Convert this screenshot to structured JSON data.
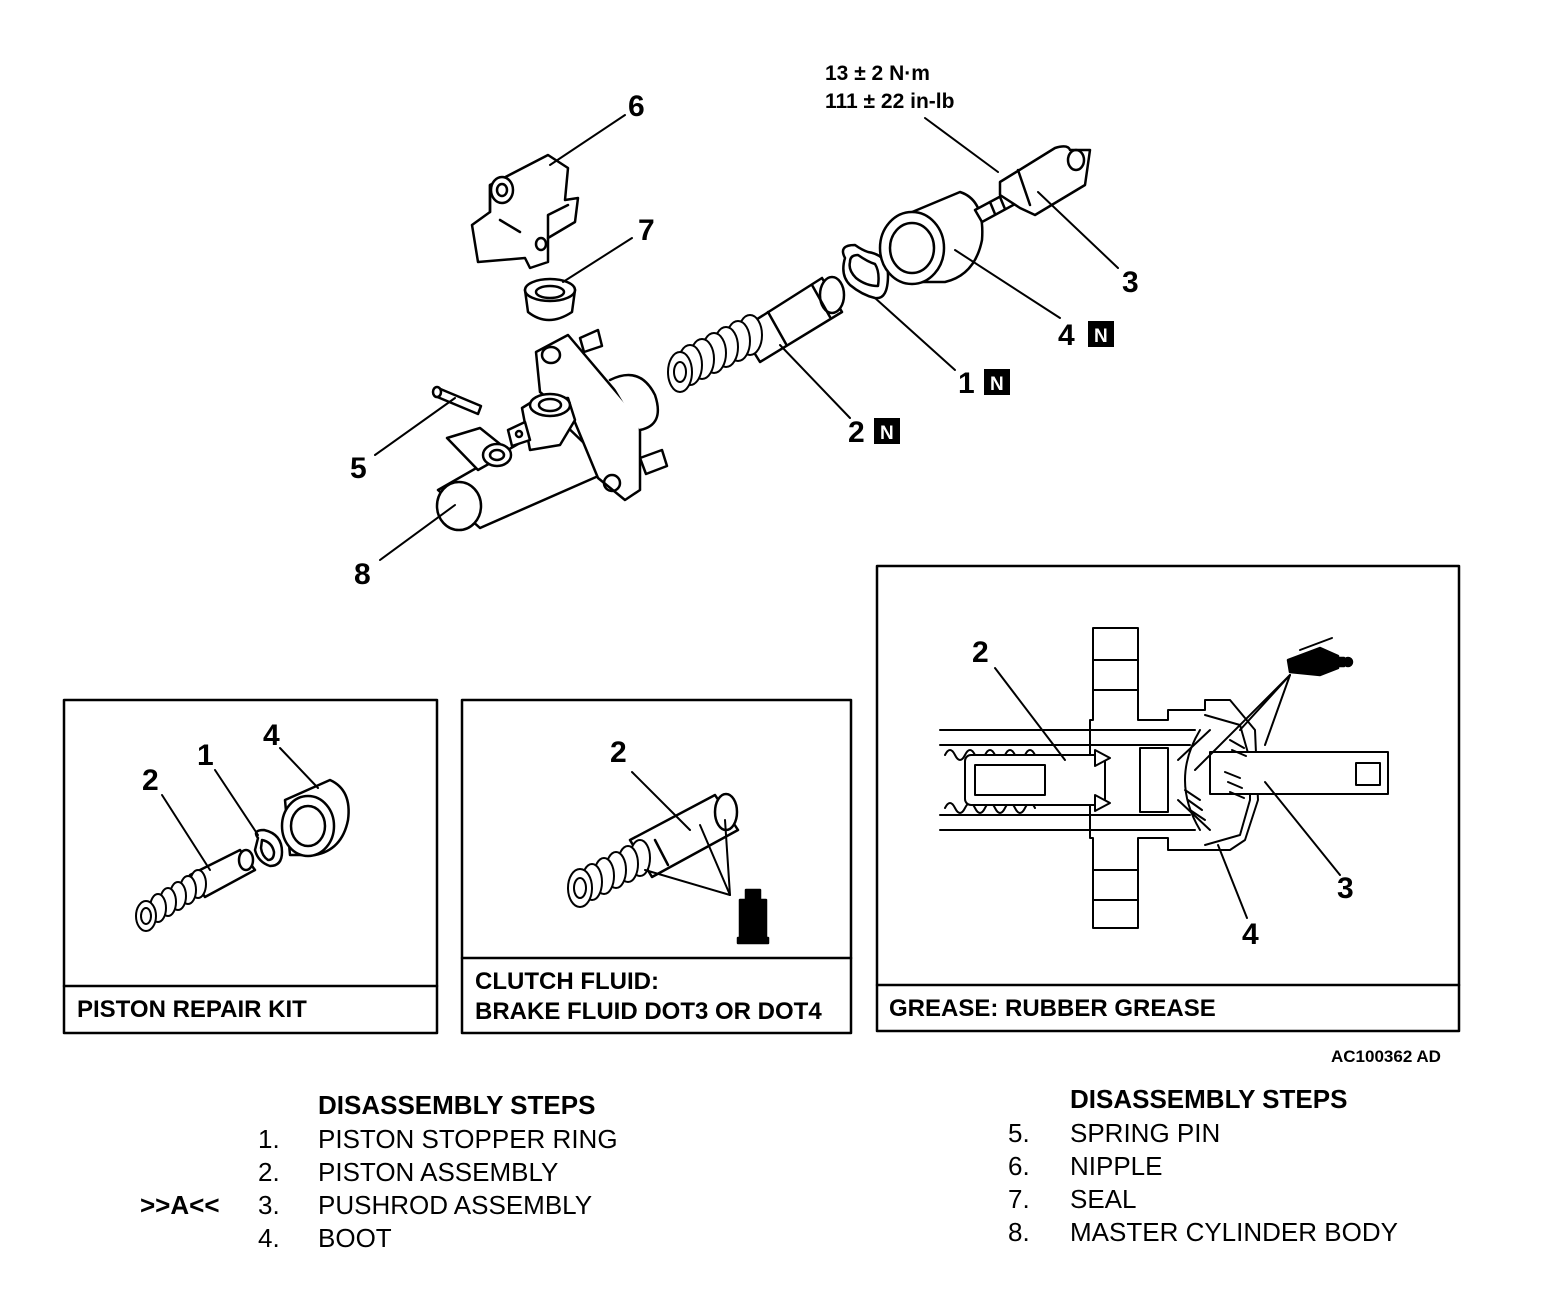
{
  "torque": {
    "line1": "13 ± 2 N·m",
    "line2": "111 ± 22 in-lb"
  },
  "callouts": {
    "c1": "1",
    "c2": "2",
    "c3": "3",
    "c4": "4",
    "c5": "5",
    "c6": "6",
    "c7": "7",
    "c8": "8",
    "new_part_badge": "N"
  },
  "panels": {
    "repair_kit": {
      "caption": "PISTON REPAIR KIT",
      "labels": [
        "2",
        "1",
        "4"
      ]
    },
    "clutch_fluid": {
      "caption_line1": "CLUTCH FLUID:",
      "caption_line2": "BRAKE FLUID DOT3 OR DOT4",
      "labels": [
        "2"
      ]
    },
    "grease": {
      "caption": "GREASE: RUBBER GREASE",
      "labels": [
        "2",
        "3",
        "4"
      ]
    }
  },
  "figure_id": "AC100362 AD",
  "steps_left": {
    "heading": "DISASSEMBLY STEPS",
    "items": [
      {
        "marker": "",
        "number": "1.",
        "text": "PISTON STOPPER RING"
      },
      {
        "marker": "",
        "number": "2.",
        "text": "PISTON ASSEMBLY"
      },
      {
        "marker": ">>A<<",
        "number": "3.",
        "text": "PUSHROD ASSEMBLY"
      },
      {
        "marker": "",
        "number": "4.",
        "text": "BOOT"
      }
    ]
  },
  "steps_right": {
    "heading": "DISASSEMBLY STEPS",
    "items": [
      {
        "marker": "",
        "number": "5.",
        "text": "SPRING PIN"
      },
      {
        "marker": "",
        "number": "6.",
        "text": "NIPPLE"
      },
      {
        "marker": "",
        "number": "7.",
        "text": "SEAL"
      },
      {
        "marker": "",
        "number": "8.",
        "text": "MASTER CYLINDER BODY"
      }
    ]
  }
}
